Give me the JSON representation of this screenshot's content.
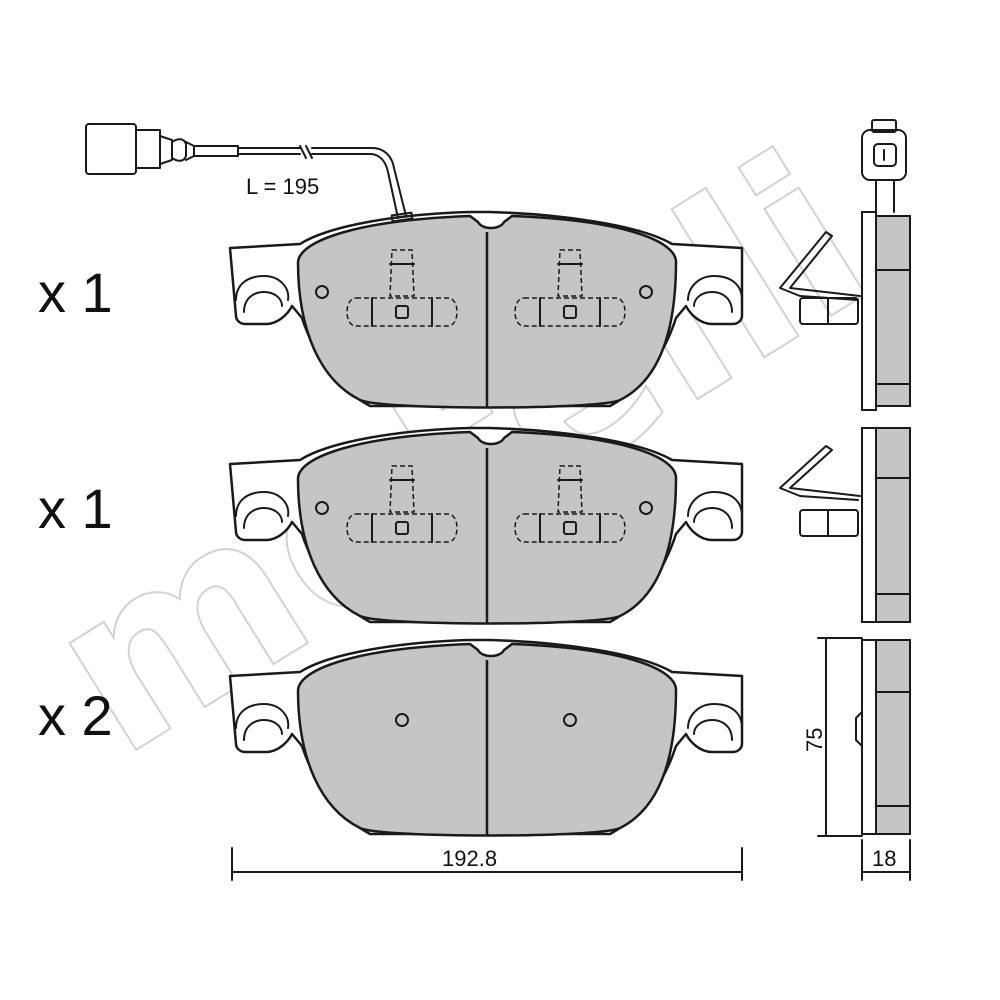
{
  "watermark": {
    "text": "metelli"
  },
  "quantities": [
    {
      "label": "x 1"
    },
    {
      "label": "x 1"
    },
    {
      "label": "x 2"
    }
  ],
  "dimensions": {
    "wire_length": "L = 195",
    "width": "192.8",
    "height": "75",
    "thickness": "18"
  }
}
